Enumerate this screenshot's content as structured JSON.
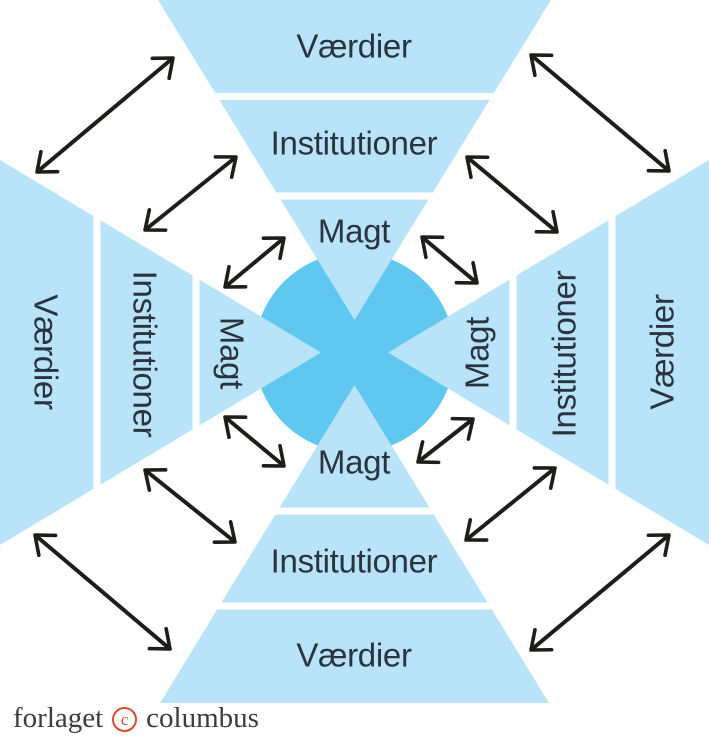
{
  "colors": {
    "background": "#ffffff",
    "wedge_blue": "#b8e3f8",
    "center_blue": "#5fc7f0",
    "arrow_black": "#1d1d1b",
    "label_ink": "#2a3440",
    "logo_ink": "#3c3c3b",
    "logo_red": "#dd4a2f"
  },
  "diagram": {
    "description_icon": "four-wedge-exchange-diagram",
    "arrow_icon": "double-headed-arrow",
    "arrow_count": 12,
    "wedges": [
      {
        "position": "top",
        "outer": "Værdier",
        "middle": "Institutioner",
        "inner": "Magt"
      },
      {
        "position": "right",
        "outer": "Værdier",
        "middle": "Institutioner",
        "inner": "Magt"
      },
      {
        "position": "bottom",
        "outer": "Værdier",
        "middle": "Institutioner",
        "inner": "Magt"
      },
      {
        "position": "left",
        "outer": "Værdier",
        "middle": "Institutioner",
        "inner": "Magt"
      }
    ]
  },
  "footer": {
    "publisher_word_1": "forlaget",
    "copyright_letter": "c",
    "copyright_icon": "circled-c-icon",
    "publisher_word_2": "columbus"
  }
}
